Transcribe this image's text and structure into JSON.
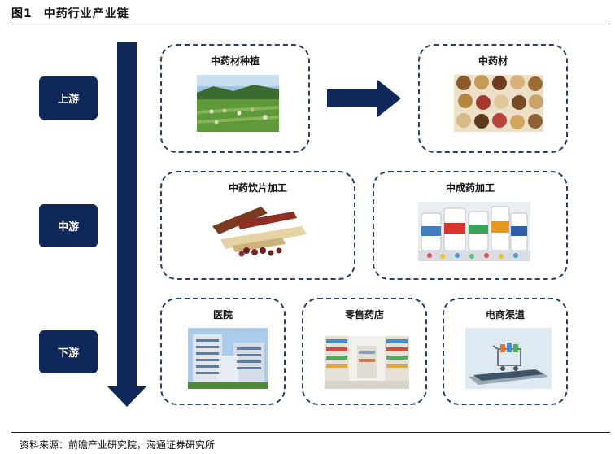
{
  "figure": {
    "number": "图1",
    "title": "中药行业产业链"
  },
  "stages": {
    "upstream": "上游",
    "midstream": "中游",
    "downstream": "下游"
  },
  "boxes": {
    "cultivation": "中药材种植",
    "herbs": "中药材",
    "decoction": "中药饮片加工",
    "patent": "中成药加工",
    "hospital": "医院",
    "pharmacy": "零售药店",
    "ecommerce": "电商渠道"
  },
  "source": "资料来源：前瞻产业研究院，海通证券研究所",
  "colors": {
    "navy": "#102859",
    "dash": "#26406f"
  }
}
